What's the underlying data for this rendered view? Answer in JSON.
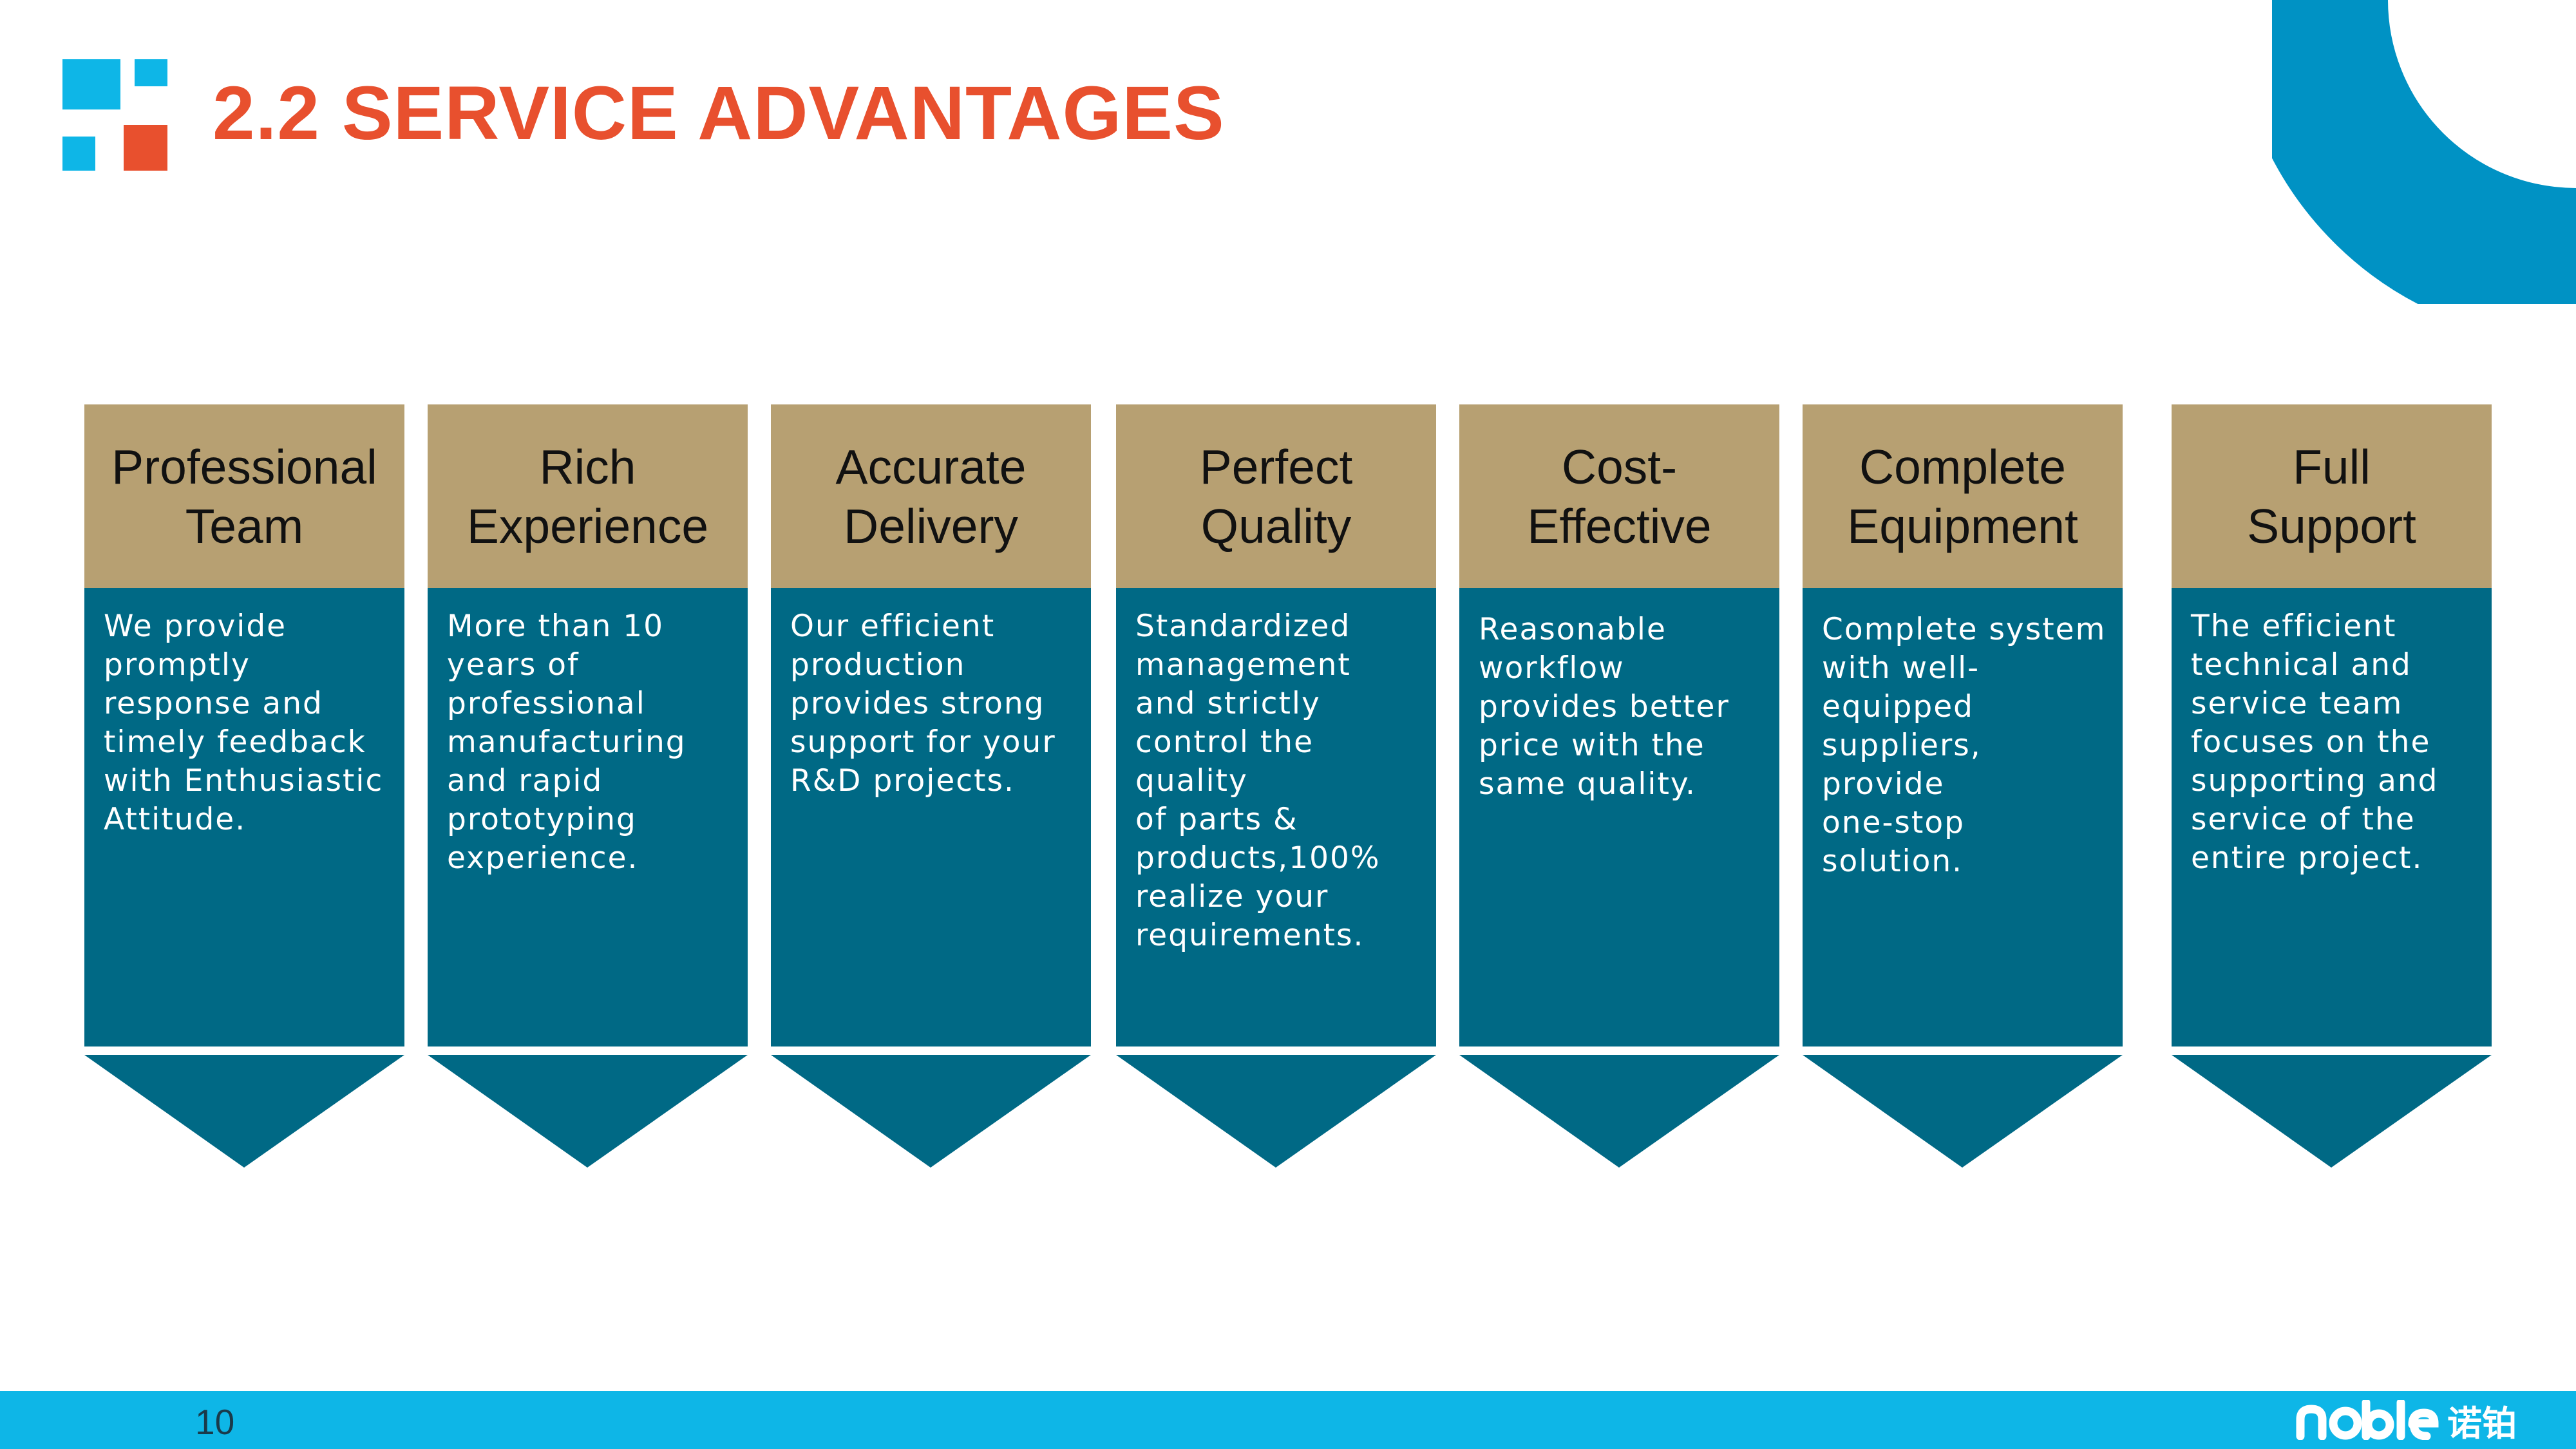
{
  "title": "2.2 SERVICE ADVANTAGES",
  "colors": {
    "title": "#e8502e",
    "logo_blue": "#0eb6e7",
    "logo_red": "#e8502e",
    "card_header": "#b7a072",
    "card_body": "#006985",
    "arc": "#0092c4",
    "footer": "#0eb6e7"
  },
  "cards": [
    {
      "heading": "Professional\nTeam",
      "body": "We provide\npromptly\nresponse and\ntimely feedback\nwith Enthusiastic\nAttitude."
    },
    {
      "heading": "Rich\nExperience",
      "body": "More than 10\nyears of\nprofessional\nmanufacturing\nand rapid\nprototyping\nexperience."
    },
    {
      "heading": "Accurate\nDelivery",
      "body": "Our efficient\nproduction\nprovides strong\nsupport for your\nR&D projects."
    },
    {
      "heading": "Perfect\nQuality",
      "body": "Standardized\nmanagement\nand strictly\ncontrol the quality\nof parts &\nproducts,100%\nrealize your\nrequirements."
    },
    {
      "heading": "Cost-\nEffective",
      "body": "Reasonable\nworkflow\nprovides better\nprice with the\nsame quality."
    },
    {
      "heading": "Complete\nEquipment",
      "body": "Complete system\nwith well-equipped\nsuppliers, provide\none-stop solution."
    },
    {
      "heading": "Full\nSupport",
      "body": "The efficient\ntechnical and\nservice team\nfocuses on the\nsupporting and\nservice of the\nentire project."
    }
  ],
  "footer": {
    "page_number": "10",
    "brand_latin": "noble",
    "brand_cn": "诺铂"
  }
}
